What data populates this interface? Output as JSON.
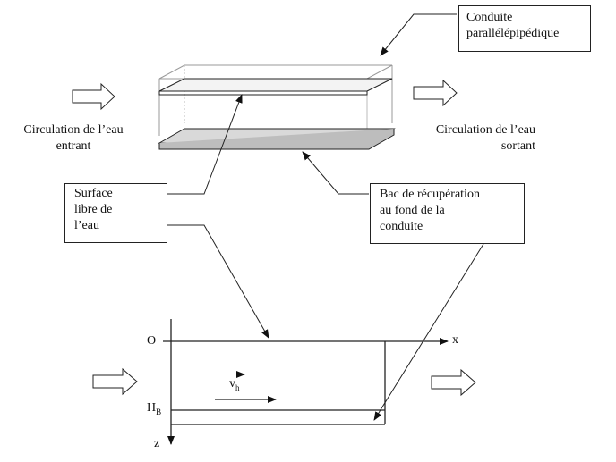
{
  "labels": {
    "duct_title": "Conduite\nparallélépipédique",
    "inlet": "Circulation de l’eau\nentrant",
    "outlet": "Circulation de l’eau\nsortant",
    "free_surface": "Surface\nlibre de\nl’eau",
    "collector": "Bac de récupération\nau fond de la\nconduite",
    "origin": "O",
    "x_axis": "x",
    "z_axis": "z",
    "height": "H",
    "height_sub": "B",
    "velocity": "v",
    "velocity_sub": "h"
  }
}
